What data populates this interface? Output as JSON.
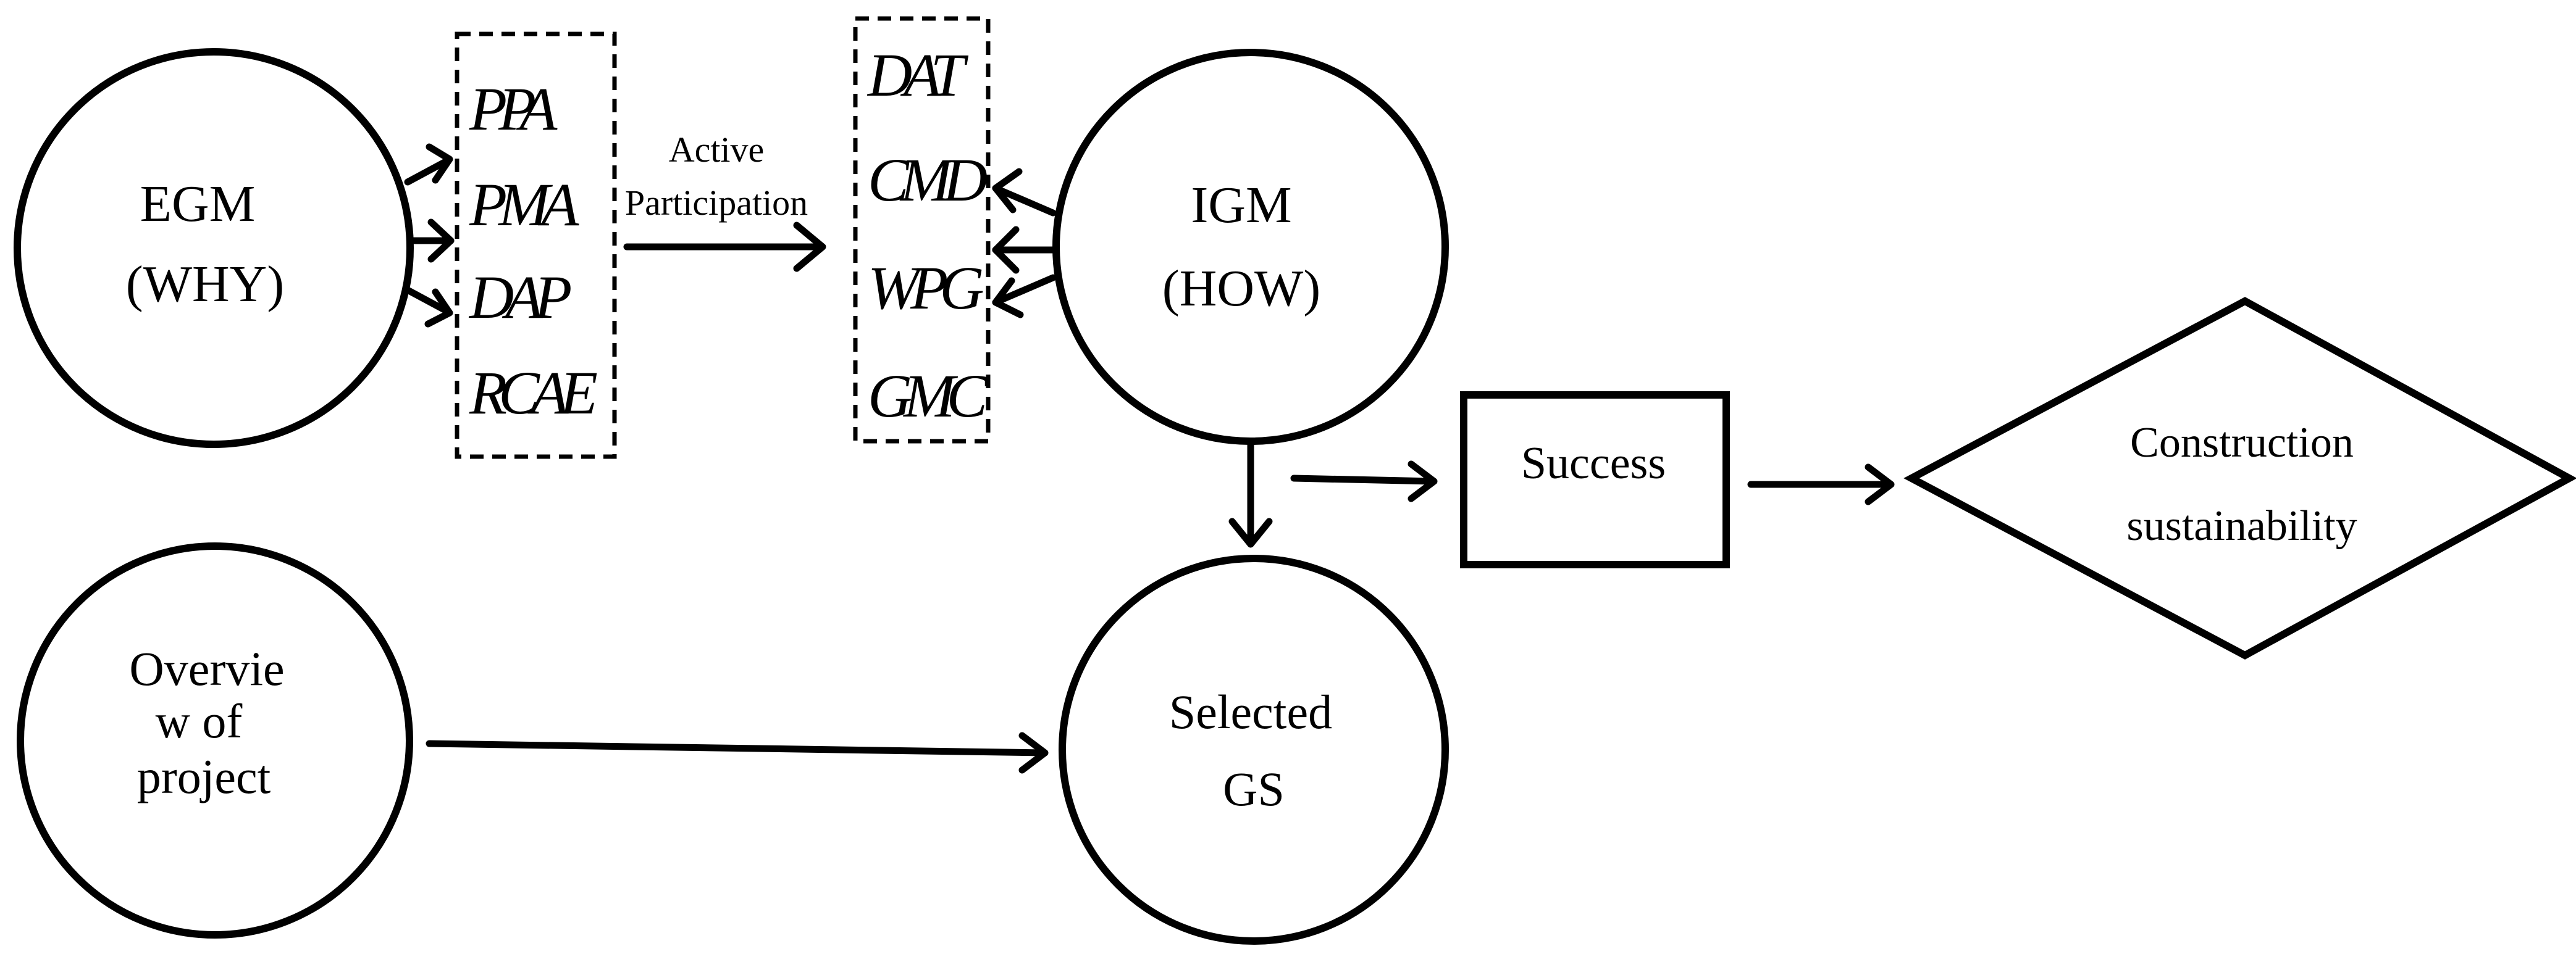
{
  "nodes": {
    "egm": {
      "line1": "EGM",
      "line2": "(WHY)"
    },
    "igm": {
      "line1": "IGM",
      "line2": "(HOW)"
    },
    "overview": {
      "line1": "Overvie",
      "line2": "w of",
      "line3": "project"
    },
    "selected": {
      "line1": "Selected",
      "line2": "GS"
    },
    "success": {
      "label": "Success"
    },
    "construction": {
      "line1": "Construction",
      "line2": "sustainability"
    }
  },
  "left_box": {
    "items": [
      "PPA",
      "PMA",
      "DAP",
      "RCAE"
    ]
  },
  "right_box": {
    "items": [
      "DAT",
      "CMD",
      "WPG",
      "GMC"
    ]
  },
  "edge_label": {
    "line1": "Active",
    "line2": "Participation"
  }
}
